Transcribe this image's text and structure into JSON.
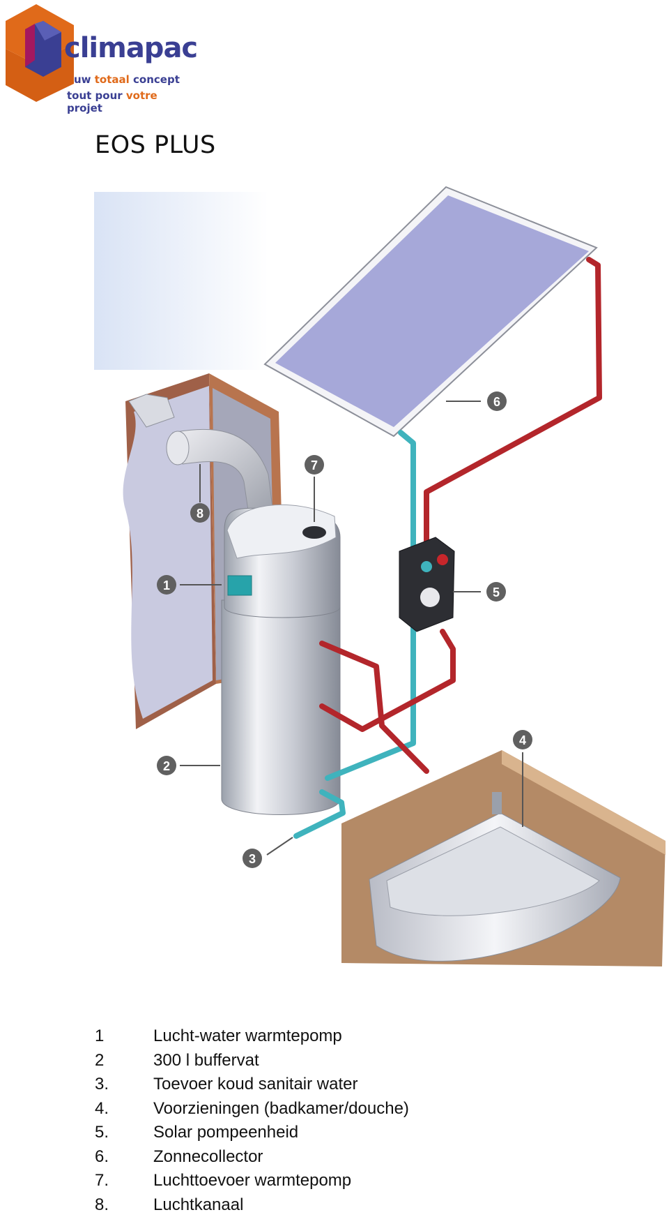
{
  "logo": {
    "name": "climapac",
    "tagline_1_pre": "uw ",
    "tagline_1_accent": "totaal",
    "tagline_1_post": " concept",
    "tagline_2_pre": "tout pour ",
    "tagline_2_accent": "votre",
    "tagline_2_post": " projet"
  },
  "title": "EOS PLUS",
  "callouts": [
    "1",
    "2",
    "3",
    "4",
    "5",
    "6",
    "7",
    "8"
  ],
  "legend": [
    {
      "num": "1",
      "label": "Lucht-water warmtepomp"
    },
    {
      "num": "2",
      "label": "300 l buffervat"
    },
    {
      "num": "3.",
      "label": "Toevoer koud sanitair water"
    },
    {
      "num": "4.",
      "label": "Voorzieningen (badkamer/douche)"
    },
    {
      "num": "5.",
      "label": "Solar pompeenheid"
    },
    {
      "num": "6.",
      "label": "Zonnecollector"
    },
    {
      "num": "7.",
      "label": "Luchttoevoer warmtepomp"
    },
    {
      "num": "8.",
      "label": "Luchtkanaal"
    }
  ],
  "colors": {
    "brand_blue": "#3a3f93",
    "brand_orange": "#e06a1a",
    "hot_pipe": "#b3262b",
    "cold_pipe": "#3fb3bd",
    "panel": "#a6a8d9"
  }
}
